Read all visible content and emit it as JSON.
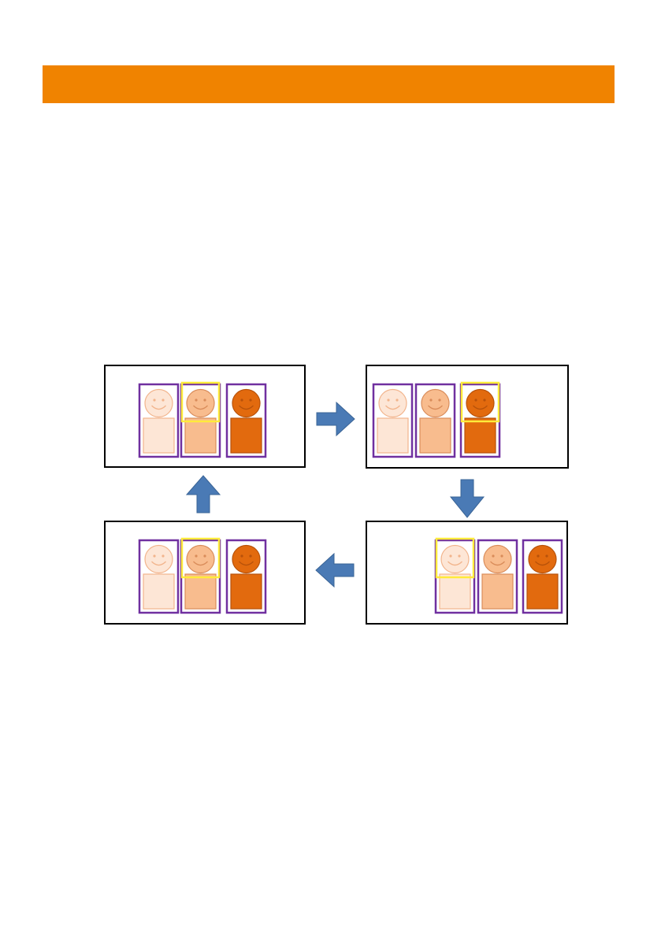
{
  "colors": {
    "header_band": "#F08300",
    "frame_border": "#000000",
    "slot_border": "#7030A0",
    "focus_box": "#FFEB3B",
    "arrow": "#4A7AB5",
    "arrow_edge": "#3A6496",
    "tone_light_fill": "#FDE6D6",
    "tone_light_stroke": "#F2B48C",
    "tone_medium_fill": "#F8BC8E",
    "tone_medium_stroke": "#D98C5A",
    "tone_dark_fill": "#E26A0E",
    "tone_dark_stroke": "#B8520A"
  },
  "diagram": {
    "panels": [
      {
        "id": "top-left",
        "slots": [
          "light",
          "medium",
          "dark"
        ],
        "focus_index": 1
      },
      {
        "id": "top-right",
        "slots": [
          "light",
          "medium",
          "dark"
        ],
        "focus_index": 2
      },
      {
        "id": "bottom-right",
        "slots": [
          "light",
          "medium",
          "dark"
        ],
        "focus_index": 0
      },
      {
        "id": "bottom-left",
        "slots": [
          "light",
          "medium",
          "dark"
        ],
        "focus_index": 1
      }
    ],
    "arrows": [
      {
        "id": "arrow-right",
        "direction": "right"
      },
      {
        "id": "arrow-down",
        "direction": "down"
      },
      {
        "id": "arrow-left",
        "direction": "left"
      },
      {
        "id": "arrow-up",
        "direction": "up"
      }
    ]
  }
}
